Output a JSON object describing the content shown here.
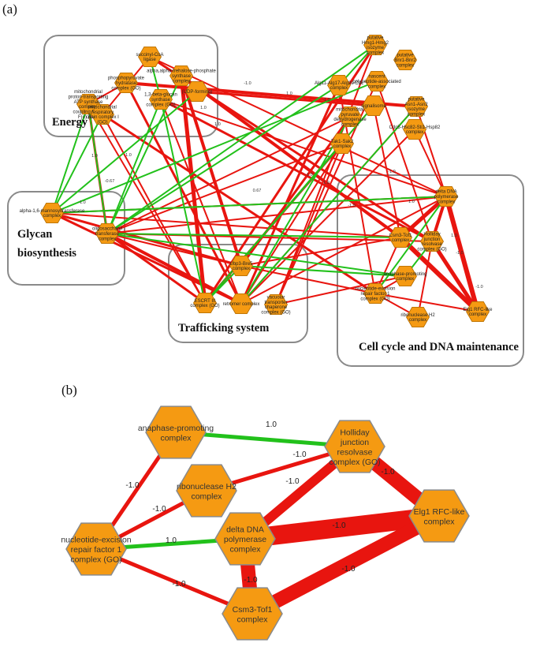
{
  "panel_a": {
    "letter": "(a)",
    "colors": {
      "negative": "#e8150f",
      "positive": "#22c11b",
      "node_fill": "#f59a12",
      "node_stroke": "#b06a00",
      "box": "#8a8a8a"
    },
    "groups": [
      {
        "id": "energy",
        "label": "Energy"
      },
      {
        "id": "glycan",
        "label": "Glycan",
        "label2": "biosynthesis"
      },
      {
        "id": "traffic",
        "label": "Trafficking system"
      },
      {
        "id": "cellcycle",
        "label": "Cell cycle and DNA maintenance"
      }
    ],
    "nodes": [
      {
        "id": "succ",
        "lines": [
          "succinyl-CoA",
          "ligase"
        ]
      },
      {
        "id": "mito",
        "lines": [
          "mitochondrial",
          "proton-transporting",
          "ATP synthase",
          "complex,",
          "coupling factor",
          "F(o) (GO)"
        ]
      },
      {
        "id": "phos",
        "lines": [
          "phosphopyruvate",
          "hydratase",
          "complex (GO)"
        ]
      },
      {
        "id": "tre",
        "lines": [
          "alpha,alpha-trehalose-phosphate",
          "synthase",
          "complex"
        ]
      },
      {
        "id": "udp",
        "lines": [
          "(UDP-forming)"
        ]
      },
      {
        "id": "mresp",
        "lines": [
          "mitochondrial",
          "respiratory",
          "chain complex I",
          "(GO)"
        ]
      },
      {
        "id": "bglu",
        "lines": [
          "1,3-beta-glucan",
          "synthase",
          "complex (GO)"
        ]
      },
      {
        "id": "hmg",
        "lines": [
          "putative",
          "Hmg1-Hmg2",
          "isozyme",
          "complex"
        ]
      },
      {
        "id": "bnr",
        "lines": [
          "putative",
          "Bnr1-Bnr2",
          "complex"
        ]
      },
      {
        "id": "alg",
        "lines": [
          "Alg11-Alg17-Alg2s-Cdc",
          "complex"
        ]
      },
      {
        "id": "nasc",
        "lines": [
          "nascent",
          "polypeptide-associated",
          "complex"
        ]
      },
      {
        "id": "asn",
        "lines": [
          "putative",
          "Asn1-Asn2",
          "isozyme",
          "complex"
        ]
      },
      {
        "id": "signal",
        "lines": [
          "signalisome"
        ]
      },
      {
        "id": "pdh",
        "lines": [
          "mitochondrial",
          "pyruvate",
          "dehydrogenase",
          "complex"
        ]
      },
      {
        "id": "cdc",
        "lines": [
          "Cdc5-Hsc82-Sti1-Hsp82",
          "complex"
        ]
      },
      {
        "id": "tak",
        "lines": [
          "Tak1-Sak2",
          "complex"
        ]
      },
      {
        "id": "amann",
        "lines": [
          "alpha-1,6-mannosyltransferase",
          "complex"
        ]
      },
      {
        "id": "olig",
        "lines": [
          "oligosaccharyl",
          "transferase",
          "complex"
        ]
      },
      {
        "id": "delta",
        "lines": [
          "delta DNA",
          "polymerase",
          "complex"
        ]
      },
      {
        "id": "csm",
        "lines": [
          "Csm3-Tof1",
          "complex"
        ]
      },
      {
        "id": "holl",
        "lines": [
          "Holliday",
          "junction",
          "resolvase",
          "complex (GO)"
        ]
      },
      {
        "id": "ubp",
        "lines": [
          "Ubp3-Bre5",
          "complex"
        ]
      },
      {
        "id": "anap",
        "lines": [
          "anaphase-promoting",
          "complex"
        ]
      },
      {
        "id": "nucl",
        "lines": [
          "nucleotide-excision",
          "repair factor 1",
          "complex (GO)"
        ]
      },
      {
        "id": "escrt",
        "lines": [
          "ESCRT III",
          "complex (GO)"
        ]
      },
      {
        "id": "retro",
        "lines": [
          "retromer complex"
        ]
      },
      {
        "id": "vac",
        "lines": [
          "vacuolar",
          "transporter",
          "chaperone",
          "complex (GO)"
        ]
      },
      {
        "id": "ribo",
        "lines": [
          "ribonuclease H2",
          "complex"
        ]
      },
      {
        "id": "elg",
        "lines": [
          "Elg1 RFC-like",
          "complex"
        ]
      }
    ],
    "edge_labels": [
      "-1.0",
      "1.0",
      "-1.0",
      "1.0",
      "-0.67",
      "1.0",
      "-1.0",
      "1.0",
      "0.67",
      "-1.0",
      "1.0",
      "-1.0",
      "1.0",
      "-1.0",
      "1.0",
      "-1.0",
      "-1.0",
      "1.0"
    ]
  },
  "panel_b": {
    "letter": "(b)",
    "colors": {
      "negative": "#e8150f",
      "positive": "#22c11b",
      "node_fill": "#f59a12",
      "node_stroke": "#8a8a8a"
    },
    "nodes": [
      {
        "id": "anap",
        "lines": [
          "anaphase-promoting",
          "complex"
        ]
      },
      {
        "id": "holl",
        "lines": [
          "Holliday",
          "junction",
          "resolvase",
          "complex (GO)"
        ]
      },
      {
        "id": "ribo",
        "lines": [
          "ribonuclease H2",
          "complex"
        ]
      },
      {
        "id": "elg",
        "lines": [
          "Elg1 RFC-like",
          "complex"
        ]
      },
      {
        "id": "nucl",
        "lines": [
          "nucleotide-excision",
          "repair factor 1",
          "complex (GO)"
        ]
      },
      {
        "id": "delta",
        "lines": [
          "delta DNA",
          "polymerase",
          "complex"
        ]
      },
      {
        "id": "csm",
        "lines": [
          "Csm3-Tof1",
          "complex"
        ]
      }
    ],
    "edges": [
      {
        "from": "anap",
        "to": "holl",
        "weight": "1.0",
        "sign": "positive",
        "strength": 1
      },
      {
        "from": "anap",
        "to": "nucl",
        "weight": "-1.0",
        "sign": "negative",
        "strength": 1
      },
      {
        "from": "holl",
        "to": "ribo",
        "weight": "-1.0",
        "sign": "negative",
        "strength": 1
      },
      {
        "from": "holl",
        "to": "delta",
        "weight": "-1.0",
        "sign": "negative",
        "strength": 2
      },
      {
        "from": "holl",
        "to": "elg",
        "weight": "-1.0",
        "sign": "negative",
        "strength": 3
      },
      {
        "from": "ribo",
        "to": "nucl",
        "weight": "-1.0",
        "sign": "negative",
        "strength": 1
      },
      {
        "from": "nucl",
        "to": "delta",
        "weight": "1.0",
        "sign": "positive",
        "strength": 1
      },
      {
        "from": "delta",
        "to": "elg",
        "weight": "-1.0",
        "sign": "negative",
        "strength": 4
      },
      {
        "from": "delta",
        "to": "csm",
        "weight": "-1.0",
        "sign": "negative",
        "strength": 3
      },
      {
        "from": "nucl",
        "to": "csm",
        "weight": "-1.0",
        "sign": "negative",
        "strength": 1
      },
      {
        "from": "csm",
        "to": "elg",
        "weight": "-1.0",
        "sign": "negative",
        "strength": 3
      }
    ]
  }
}
